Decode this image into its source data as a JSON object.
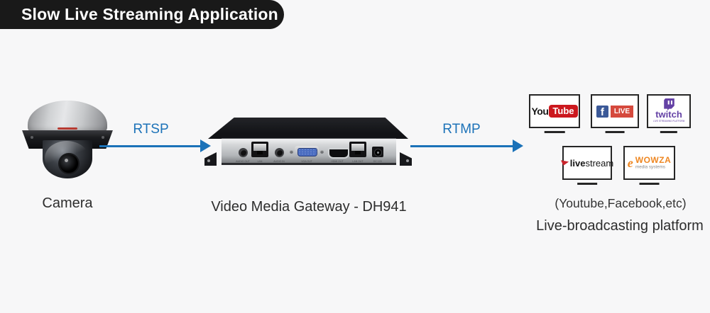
{
  "banner": {
    "title": "Slow Live Streaming Application",
    "bg": "#191919",
    "text_color": "#ffffff"
  },
  "camera": {
    "label": "Camera"
  },
  "flow": {
    "rtsp_label": "RTSP",
    "rtmp_label": "RTMP",
    "arrow_color": "#1b72b8"
  },
  "gateway": {
    "label": "Video Media Gateway - DH941",
    "ports": [
      "AUDIO OUT",
      "LAN",
      "AUDIO IN",
      "VGA OUT",
      "HDMI OUT",
      "LAN OUT",
      "DC 12V"
    ]
  },
  "platforms": {
    "caption": "(Youtube,Facebook,etc)",
    "title": "Live-broadcasting platform",
    "youtube": {
      "you": "You",
      "tube": "Tube"
    },
    "facebook": {
      "f": "f",
      "live": "LIVE"
    },
    "twitch": {
      "name": "twitch",
      "tagline": "LIVE STREAMING PLATFORM"
    },
    "livestream": {
      "live": "live",
      "stream": "stream"
    },
    "wowza": {
      "icon_glyph": "e",
      "name": "WOWZA",
      "sub": "media systems"
    }
  },
  "colors": {
    "accent_blue": "#1b72b8",
    "youtube_red": "#cc181e",
    "facebook_blue": "#3b5998",
    "live_red": "#d5493d",
    "twitch_purple": "#6441a5",
    "livestream_red": "#c9252d",
    "wowza_orange": "#ee8722"
  },
  "icons": {
    "twitch_glitch": "purple speech-bubble glitch (CSS/SVG shape)",
    "livestream_flag": "red angled flag (SVG shape)",
    "wowza_swirl": "orange italic e glyph"
  }
}
